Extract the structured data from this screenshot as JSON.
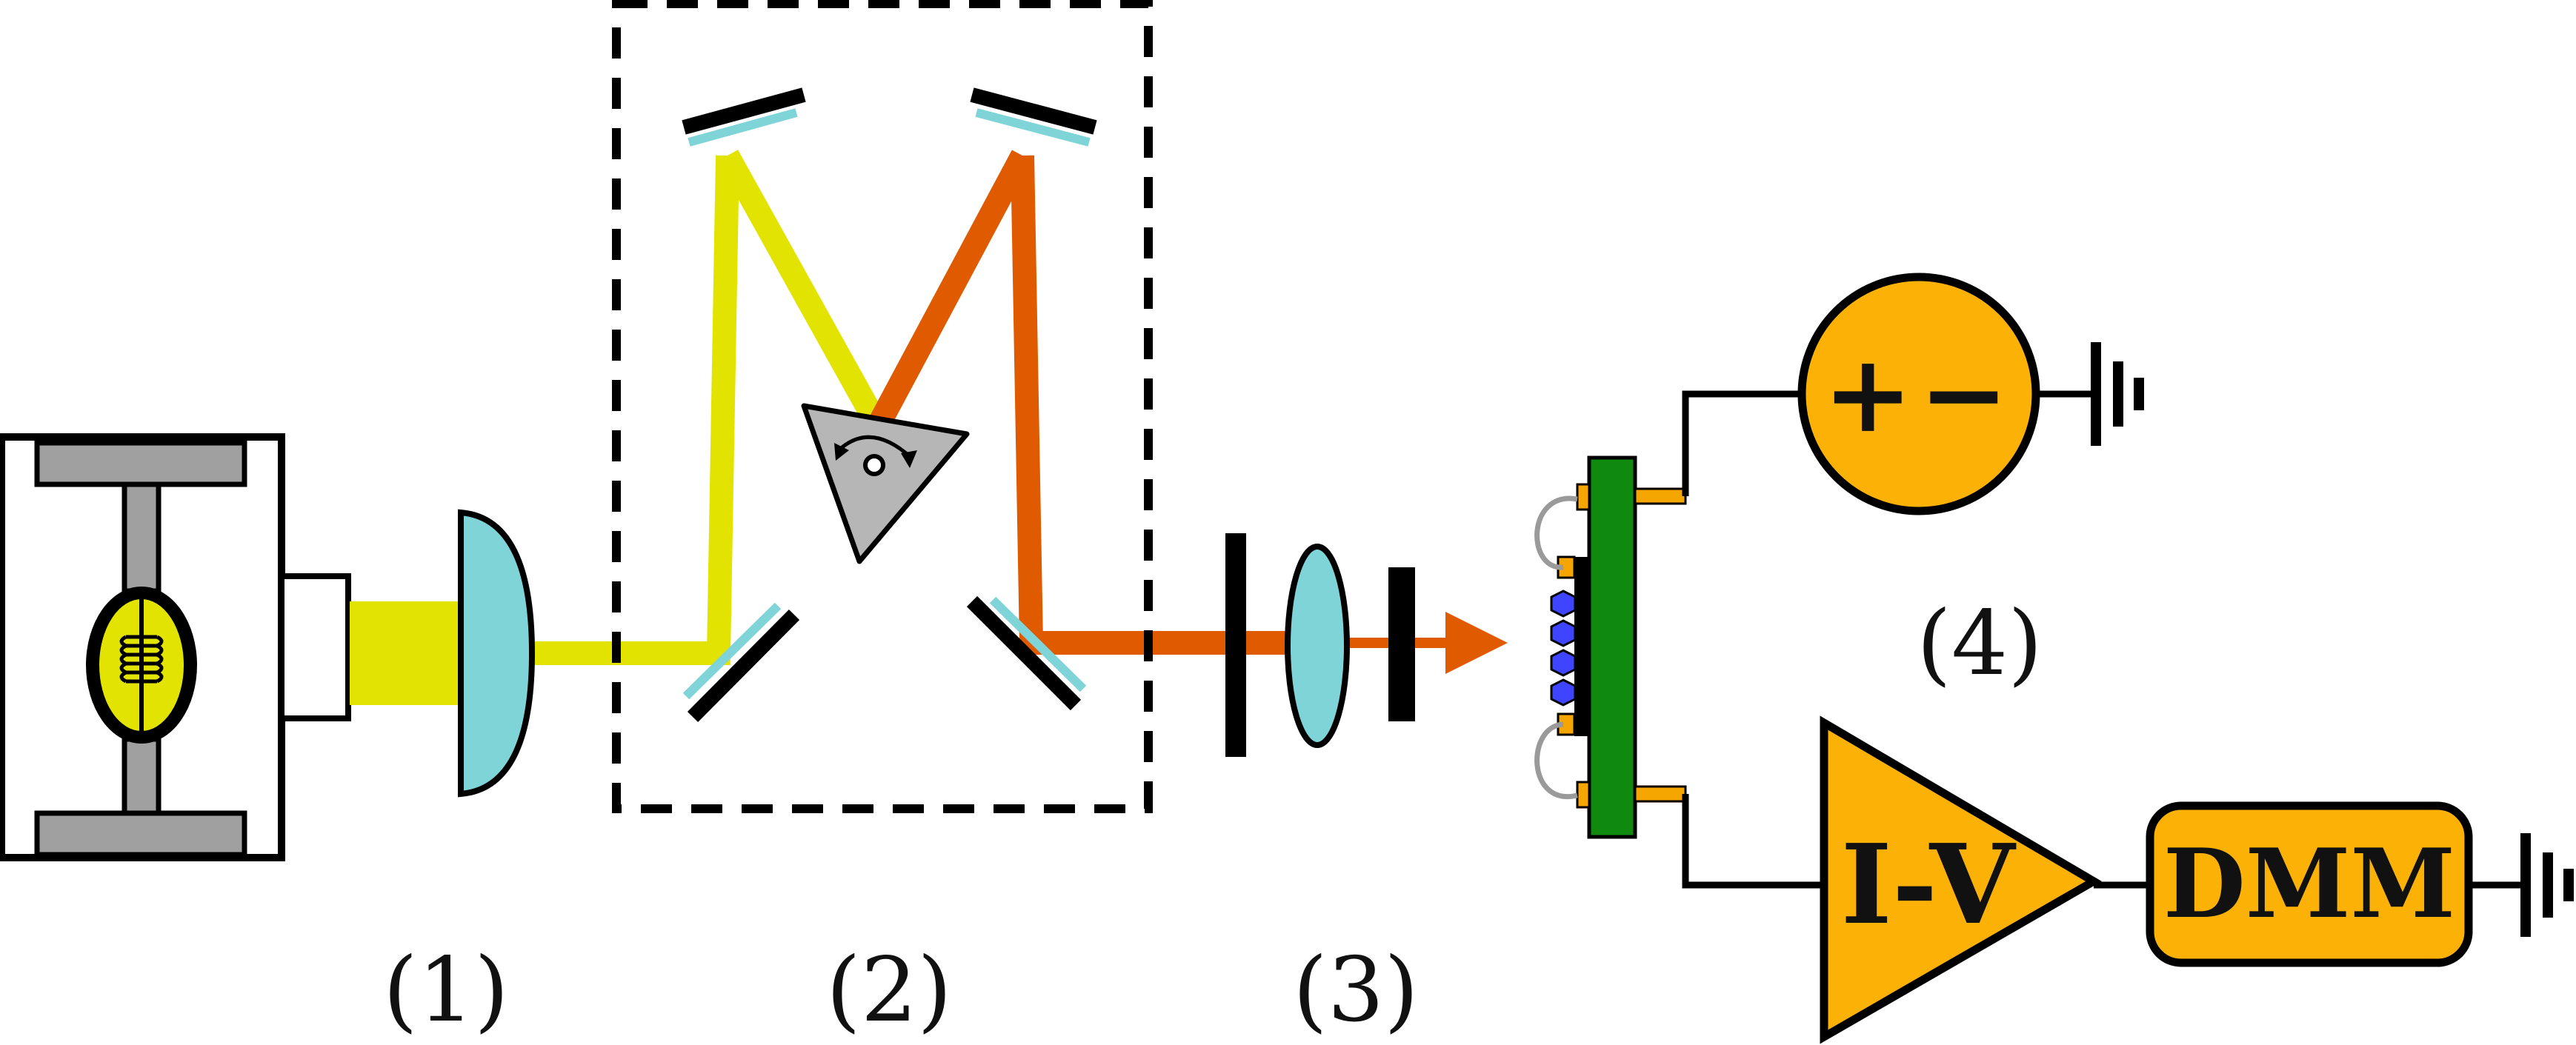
{
  "labels": {
    "stage1": "(1)",
    "stage2": "(2)",
    "stage3": "(3)",
    "stage4": "(4)",
    "power_supply": "+−",
    "amplifier": "I-V",
    "meter": "DMM"
  },
  "colors": {
    "yellow_beam": "#e3e300",
    "orange_beam": "#e05a00",
    "optic_cyan": "#7fd4d8",
    "instrument_orange": "#fbb105",
    "pcb_green": "#0f8a0f",
    "housing_gray": "#a0a0a0",
    "prism_gray": "#b6b6b6",
    "electrode_orange": "#f6a600",
    "sample_blue": "#3f44ff"
  },
  "icons": [
    "lamp-icon",
    "lens-icon",
    "mirror-icon",
    "prism-icon",
    "rotation-arrow-icon",
    "slit-icon",
    "ground-icon",
    "sample-device-icon"
  ]
}
